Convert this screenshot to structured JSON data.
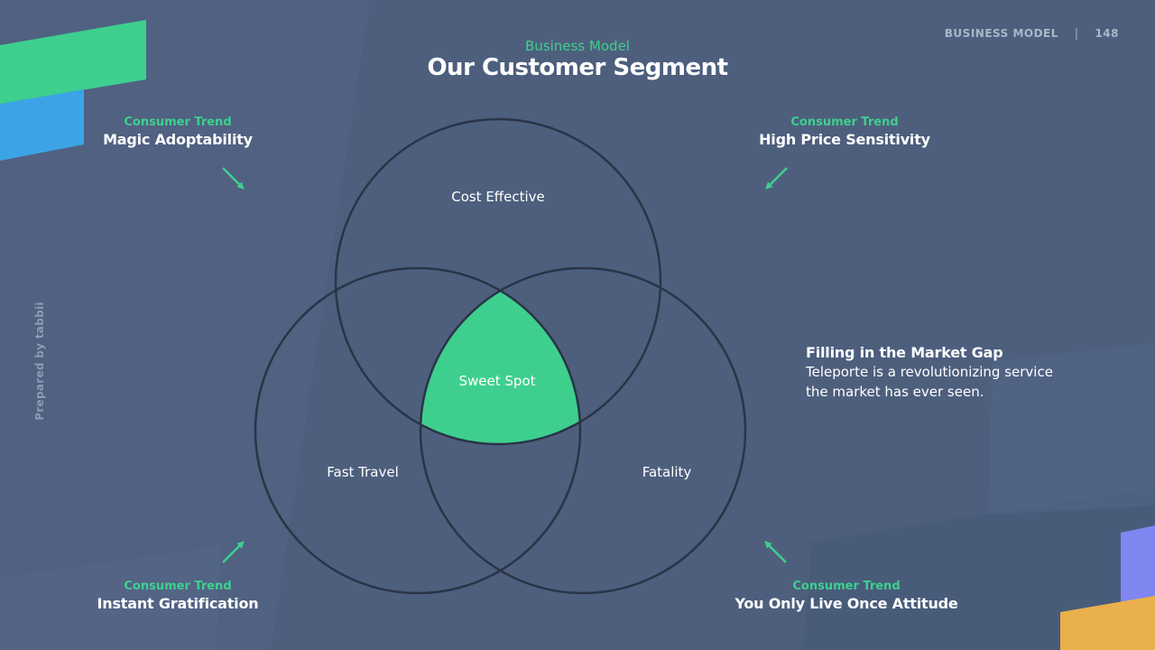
{
  "header": {
    "section": "Business Model",
    "title": "Our Customer Segment",
    "top_right_label": "BUSINESS MODEL",
    "separator": "|",
    "page_number": "148"
  },
  "side_label": "Prepared by tabbii",
  "trends": [
    {
      "label": "Consumer Trend",
      "title": "Magic Adoptability"
    },
    {
      "label": "Consumer Trend",
      "title": "High Price Sensitivity"
    },
    {
      "label": "Consumer Trend",
      "title": "Instant Gratification"
    },
    {
      "label": "Consumer Trend",
      "title": "You Only Live Once Attitude"
    }
  ],
  "venn": {
    "top": "Cost Effective",
    "left": "Fast Travel",
    "right": "Fatality",
    "center": "Sweet Spot"
  },
  "market_gap": {
    "title": "Filling in the Market Gap",
    "lines": [
      "Teleporte is a revolutionizing service",
      "the market has ever seen."
    ]
  },
  "colors": {
    "background": "#4d5f7d",
    "accent_green": "#3ecf8e",
    "accent_blue": "#3ca4e6",
    "accent_purple": "#7f86f0",
    "accent_yellow": "#eab04c",
    "circle_stroke": "#2a3446"
  }
}
